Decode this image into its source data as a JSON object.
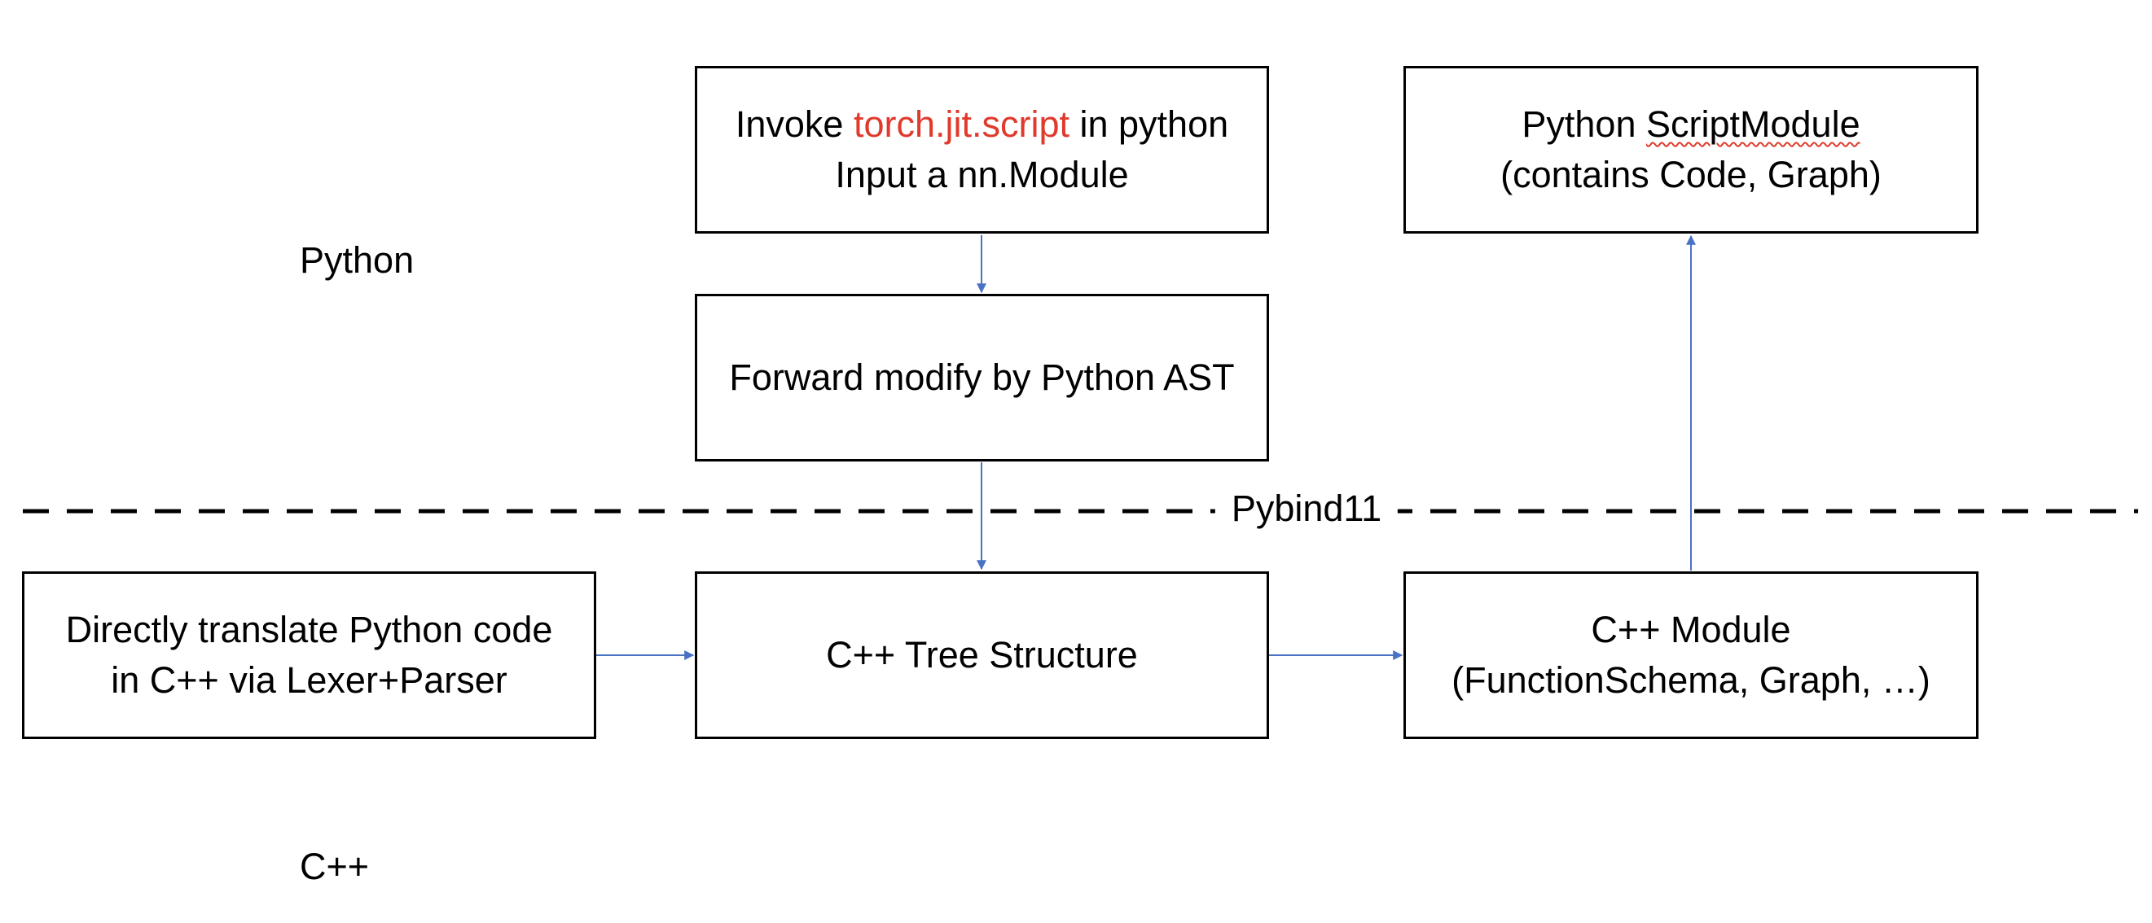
{
  "regions": {
    "python_label": "Python",
    "cpp_label": "C++",
    "boundary_label": "Pybind11"
  },
  "nodes": {
    "invoke_script": {
      "line1_before": "Invoke ",
      "line1_highlight": "torch.jit.script",
      "line1_after": " in python",
      "line2": "Input a nn.Module"
    },
    "forward_ast": {
      "line1": "Forward modify by Python AST"
    },
    "python_scriptmodule": {
      "line1_before": "Python ",
      "line1_squiggle": "ScriptModule",
      "line2": "(contains Code, Graph)"
    },
    "direct_translate": {
      "line1": "Directly translate Python code",
      "line2": "in C++ via Lexer+Parser"
    },
    "cpp_tree": {
      "line1": "C++ Tree Structure"
    },
    "cpp_module": {
      "line1": "C++ Module",
      "line2": "(FunctionSchema, Graph, …)"
    }
  },
  "colors": {
    "arrow": "#4a72c4",
    "box_border": "#000000",
    "highlight_text": "#e03a2c",
    "dashed_line": "#000000"
  }
}
